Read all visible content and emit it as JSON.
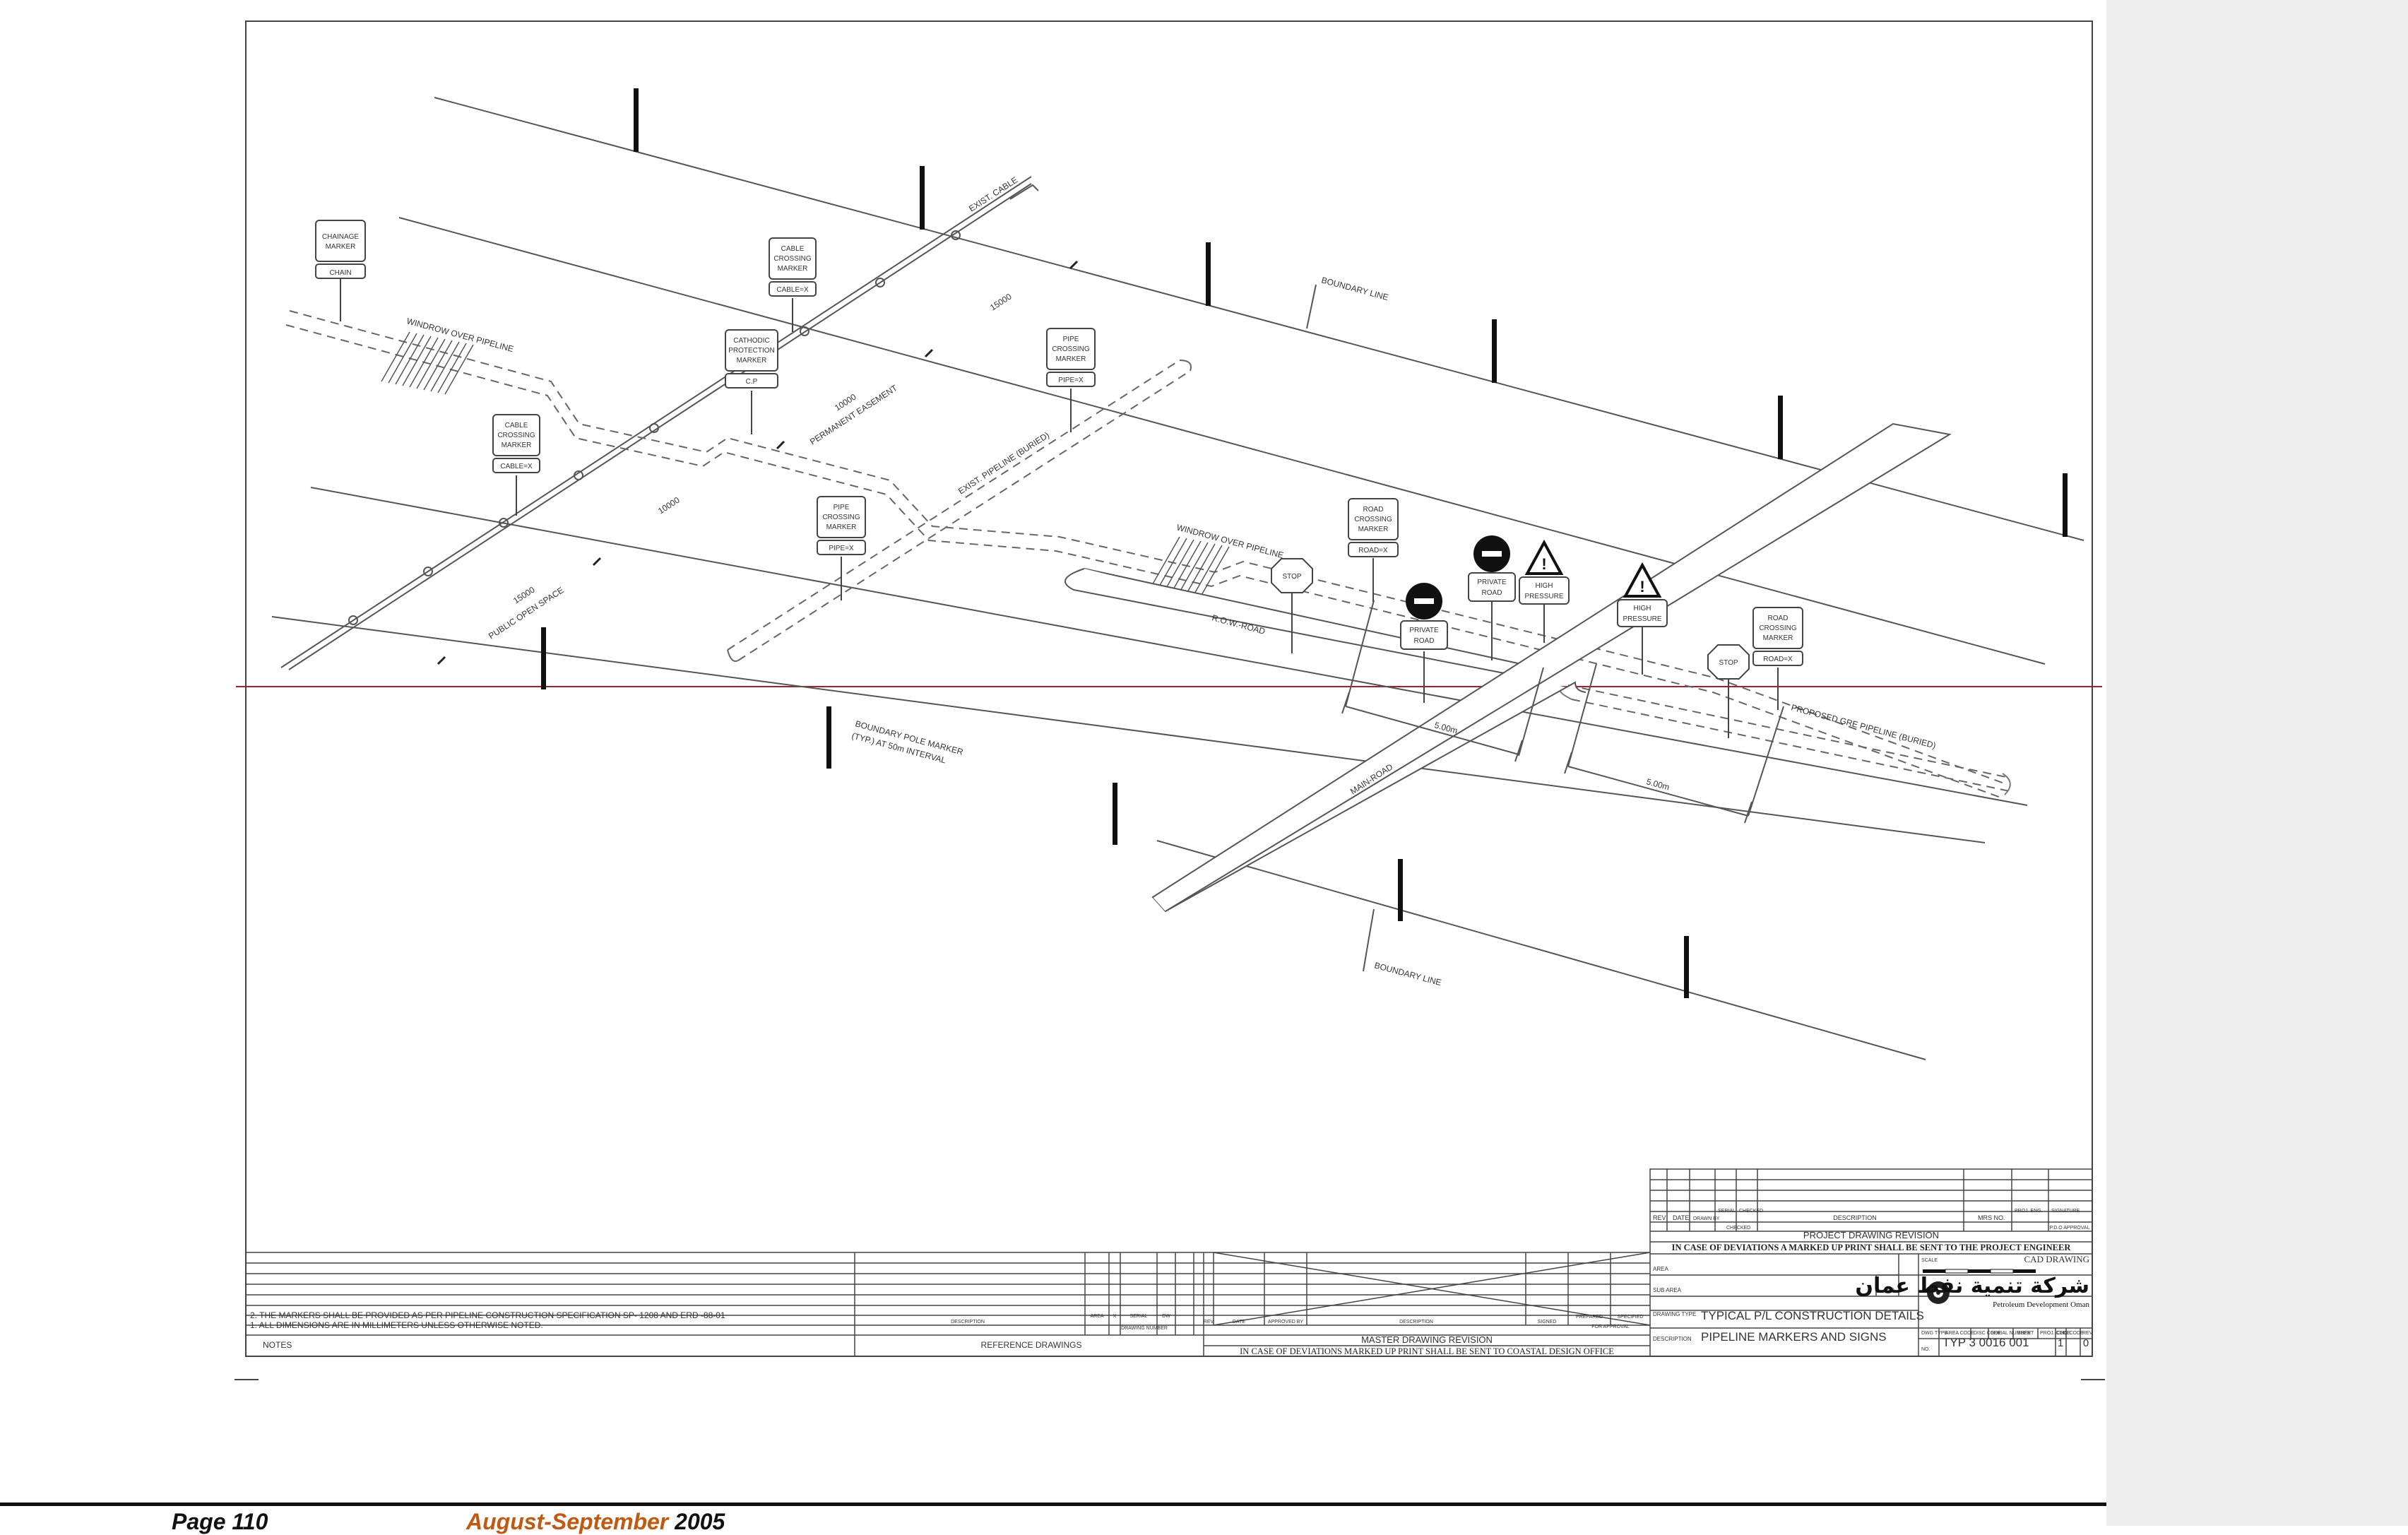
{
  "sign_labels": {
    "chainage": [
      "CHAINAGE",
      "MARKER"
    ],
    "chainage_tag": "CHAIN",
    "cable_crossing": [
      "CABLE",
      "CROSSING",
      "MARKER"
    ],
    "cable_tag": "CABLE=X",
    "cathodic": [
      "CATHODIC",
      "PROTECTION",
      "MARKER"
    ],
    "cathodic_tag": "C.P",
    "pipe_crossing": [
      "PIPE",
      "CROSSING",
      "MARKER"
    ],
    "pipe_tag": "PIPE=X",
    "road_crossing": [
      "ROAD",
      "CROSSING",
      "MARKER"
    ],
    "road_tag": "ROAD=X",
    "stop": "STOP",
    "private_road": [
      "PRIVATE",
      "ROAD"
    ],
    "high_pressure": [
      "HIGH",
      "PRESSURE"
    ]
  },
  "annotations": {
    "exist_cable": "EXIST. CABLE",
    "boundary_line": "BOUNDARY LINE",
    "windrow": "WINDROW OVER PIPELINE",
    "dim_15000": "15000",
    "dim_10000": "10000",
    "permanent_easement": "PERMANENT EASEMENT",
    "public_open_space": "PUBLIC OPEN SPACE",
    "exist_pipeline": "EXIST. PIPELINE (BURIED)",
    "row_road": "R.O.W.-ROAD",
    "main_road": "MAIN-ROAD",
    "boundary_pole_1": "BOUNDARY POLE MARKER",
    "boundary_pole_2": "(TYP.) AT 50m INTERVAL",
    "dim_5m": "5.00m",
    "proposed_gre": "PROPOSED GRE PIPELINE (BURIED)"
  },
  "title_block": {
    "rev_headers": [
      "REV",
      "DATE",
      "DRAWN BY",
      "SERIAL",
      "CHECKED",
      "DESCRIPTION",
      "MRS NO.",
      "PROJ. ENG.",
      "SIGNATURE"
    ],
    "rev_sub": [
      "CHECKED",
      "P.D.O APPROVAL"
    ],
    "project_revision": "PROJECT DRAWING REVISION",
    "deviation_note": "IN CASE OF DEVIATIONS A MARKED UP PRINT SHALL BE SENT TO THE PROJECT ENGINEER",
    "cad_drawing": "CAD DRAWING",
    "scale_label": "SCALE",
    "area_label": "AREA",
    "sub_area_label": "SUB AREA",
    "no_label": "NO.",
    "drawing_type_label": "DRAWING TYPE",
    "description_label": "DESCRIPTION",
    "title_line1": "TYPICAL P/L CONSTRUCTION DETAILS",
    "title_line2": "PIPELINE MARKERS AND SIGNS",
    "company_arabic": "شركة تنمية نفط عمان",
    "company_english": "Petroleum Development Oman",
    "number_headers": [
      "DWG TYPE",
      "AREA CODE",
      "DISC CODE",
      "SERIAL NUMBER",
      "SHEET",
      "PROJ. CODE",
      "CHG CODE",
      "REV"
    ],
    "no_small": "NO.",
    "drawing_number": "TYP 3 0016 001",
    "sheet": "1",
    "rev": "0"
  },
  "notes": {
    "note2": "2. THE MARKERS SHALL BE PROVIDED AS PER PIPELINE CONSTRUCTION SPECIFICATION SP- 1208 AND ERD -88-01",
    "note1": "1. ALL DIMENSIONS ARE IN MILLIMETERS UNLESS OTHERWISE NOTED.",
    "notes_label": "NOTES",
    "reference_label": "REFERENCE DRAWINGS",
    "ref_description": "DESCRIPTION",
    "ref_area": "AREA",
    "ref_x": "X",
    "ref_serial": "SERIAL",
    "ref_dw": "DW",
    "ref_drawing_number": "DRAWING NUMBER",
    "master_rev_cols": [
      "REV",
      "DATE",
      "APPROVED BY",
      "DESCRIPTION",
      "SIGNED",
      "PREPARED",
      "SPECIFIED"
    ],
    "for_approval": "FOR APPROVAL",
    "master_revision": "MASTER DRAWING REVISION",
    "master_deviation": "IN CASE OF DEVIATIONS MARKED UP PRINT SHALL BE SENT TO COASTAL DESIGN OFFICE"
  },
  "footer": {
    "page": "Page 110",
    "month": "August-September",
    "year": " 2005"
  }
}
